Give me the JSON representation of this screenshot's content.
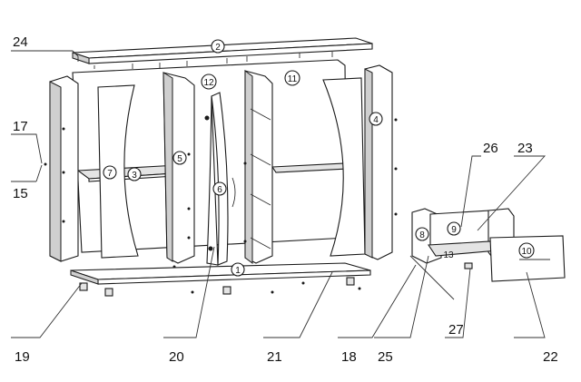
{
  "callouts": {
    "c17": "17",
    "c15": "15",
    "c24": "24",
    "c19": "19",
    "c20": "20",
    "c21": "21",
    "c18": "18",
    "c25": "25",
    "c27": "27",
    "c22": "22",
    "c26": "26",
    "c23": "23"
  },
  "circled": {
    "p1": "1",
    "p2": "2",
    "p3": "3",
    "p4": "4",
    "p5": "5",
    "p6": "6",
    "p7": "7",
    "p8": "8",
    "p9": "9",
    "p10": "10",
    "p11": "11",
    "p12": "12",
    "p13": "13"
  }
}
